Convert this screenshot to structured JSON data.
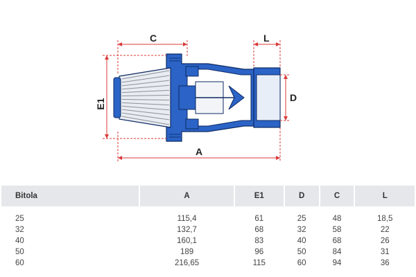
{
  "diagram": {
    "labels": {
      "c": "C",
      "l": "L",
      "e1": "E1",
      "d": "D",
      "a": "A"
    },
    "colors": {
      "body": "#2b63c6",
      "outline": "#0e2a63",
      "dimension": "#d83a3a",
      "fins": "#b8bdc6"
    }
  },
  "table": {
    "columns": [
      "Bitola",
      "A",
      "E1",
      "D",
      "C",
      "L"
    ],
    "rows": [
      [
        "25",
        "115,4",
        "61",
        "25",
        "48",
        "18,5"
      ],
      [
        "32",
        "132,7",
        "68",
        "32",
        "58",
        "22"
      ],
      [
        "40",
        "160,1",
        "83",
        "40",
        "68",
        "26"
      ],
      [
        "50",
        "189",
        "96",
        "50",
        "84",
        "31"
      ],
      [
        "60",
        "216,65",
        "115",
        "60",
        "94",
        "36"
      ]
    ]
  }
}
